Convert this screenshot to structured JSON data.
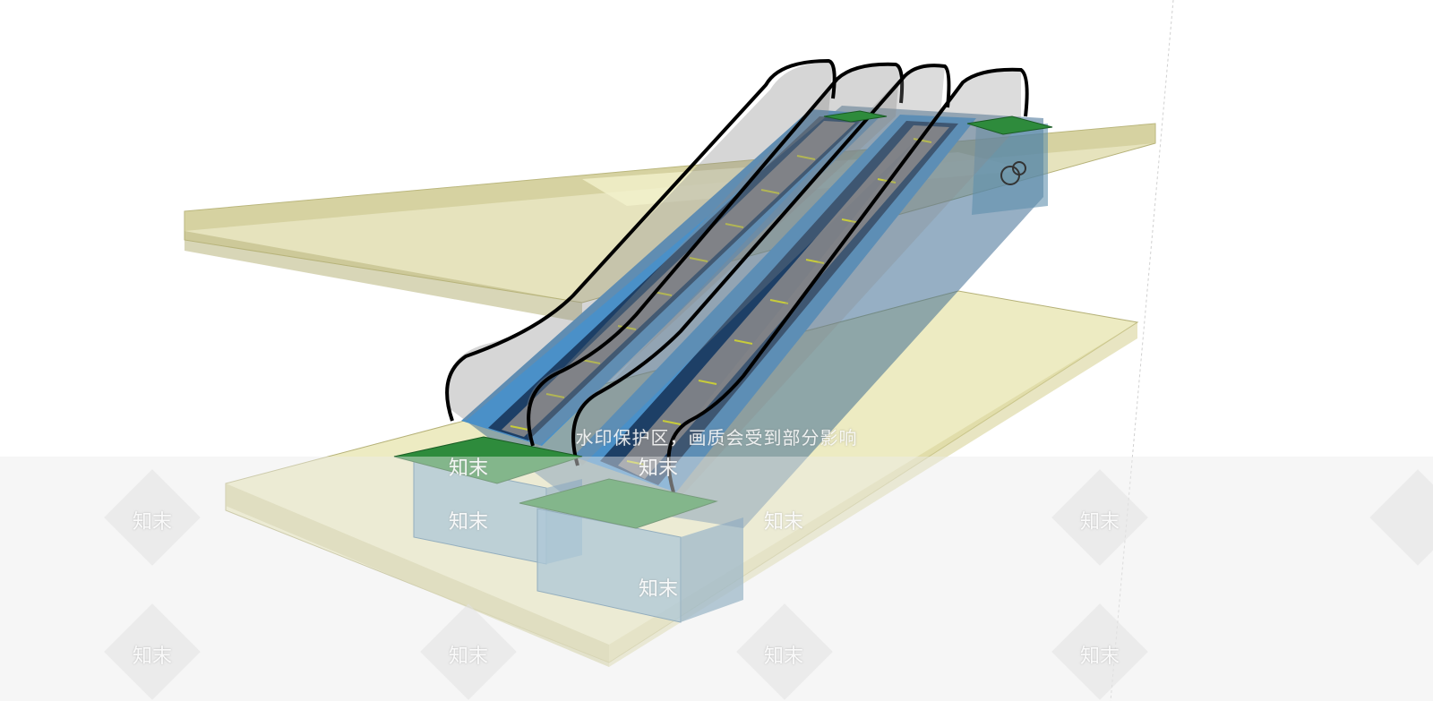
{
  "watermark": {
    "notice": "水印保护区，画质会受到部分影响",
    "brand": "知末"
  },
  "colors": {
    "slab": "#e6e3a8",
    "slab_edge": "#a9a56a",
    "escalator_blue": "#4a90c8",
    "escalator_dark": "#1d3f66",
    "landing_green": "#2e8b3c",
    "pit_blue": "#7aa9c6",
    "handrail": "#000000",
    "step_grey": "#7b7f86"
  },
  "scene": {
    "upper_floor": "slab-upper",
    "lower_floor": "slab-lower",
    "escalators": [
      "escalator-left",
      "escalator-right"
    ]
  }
}
